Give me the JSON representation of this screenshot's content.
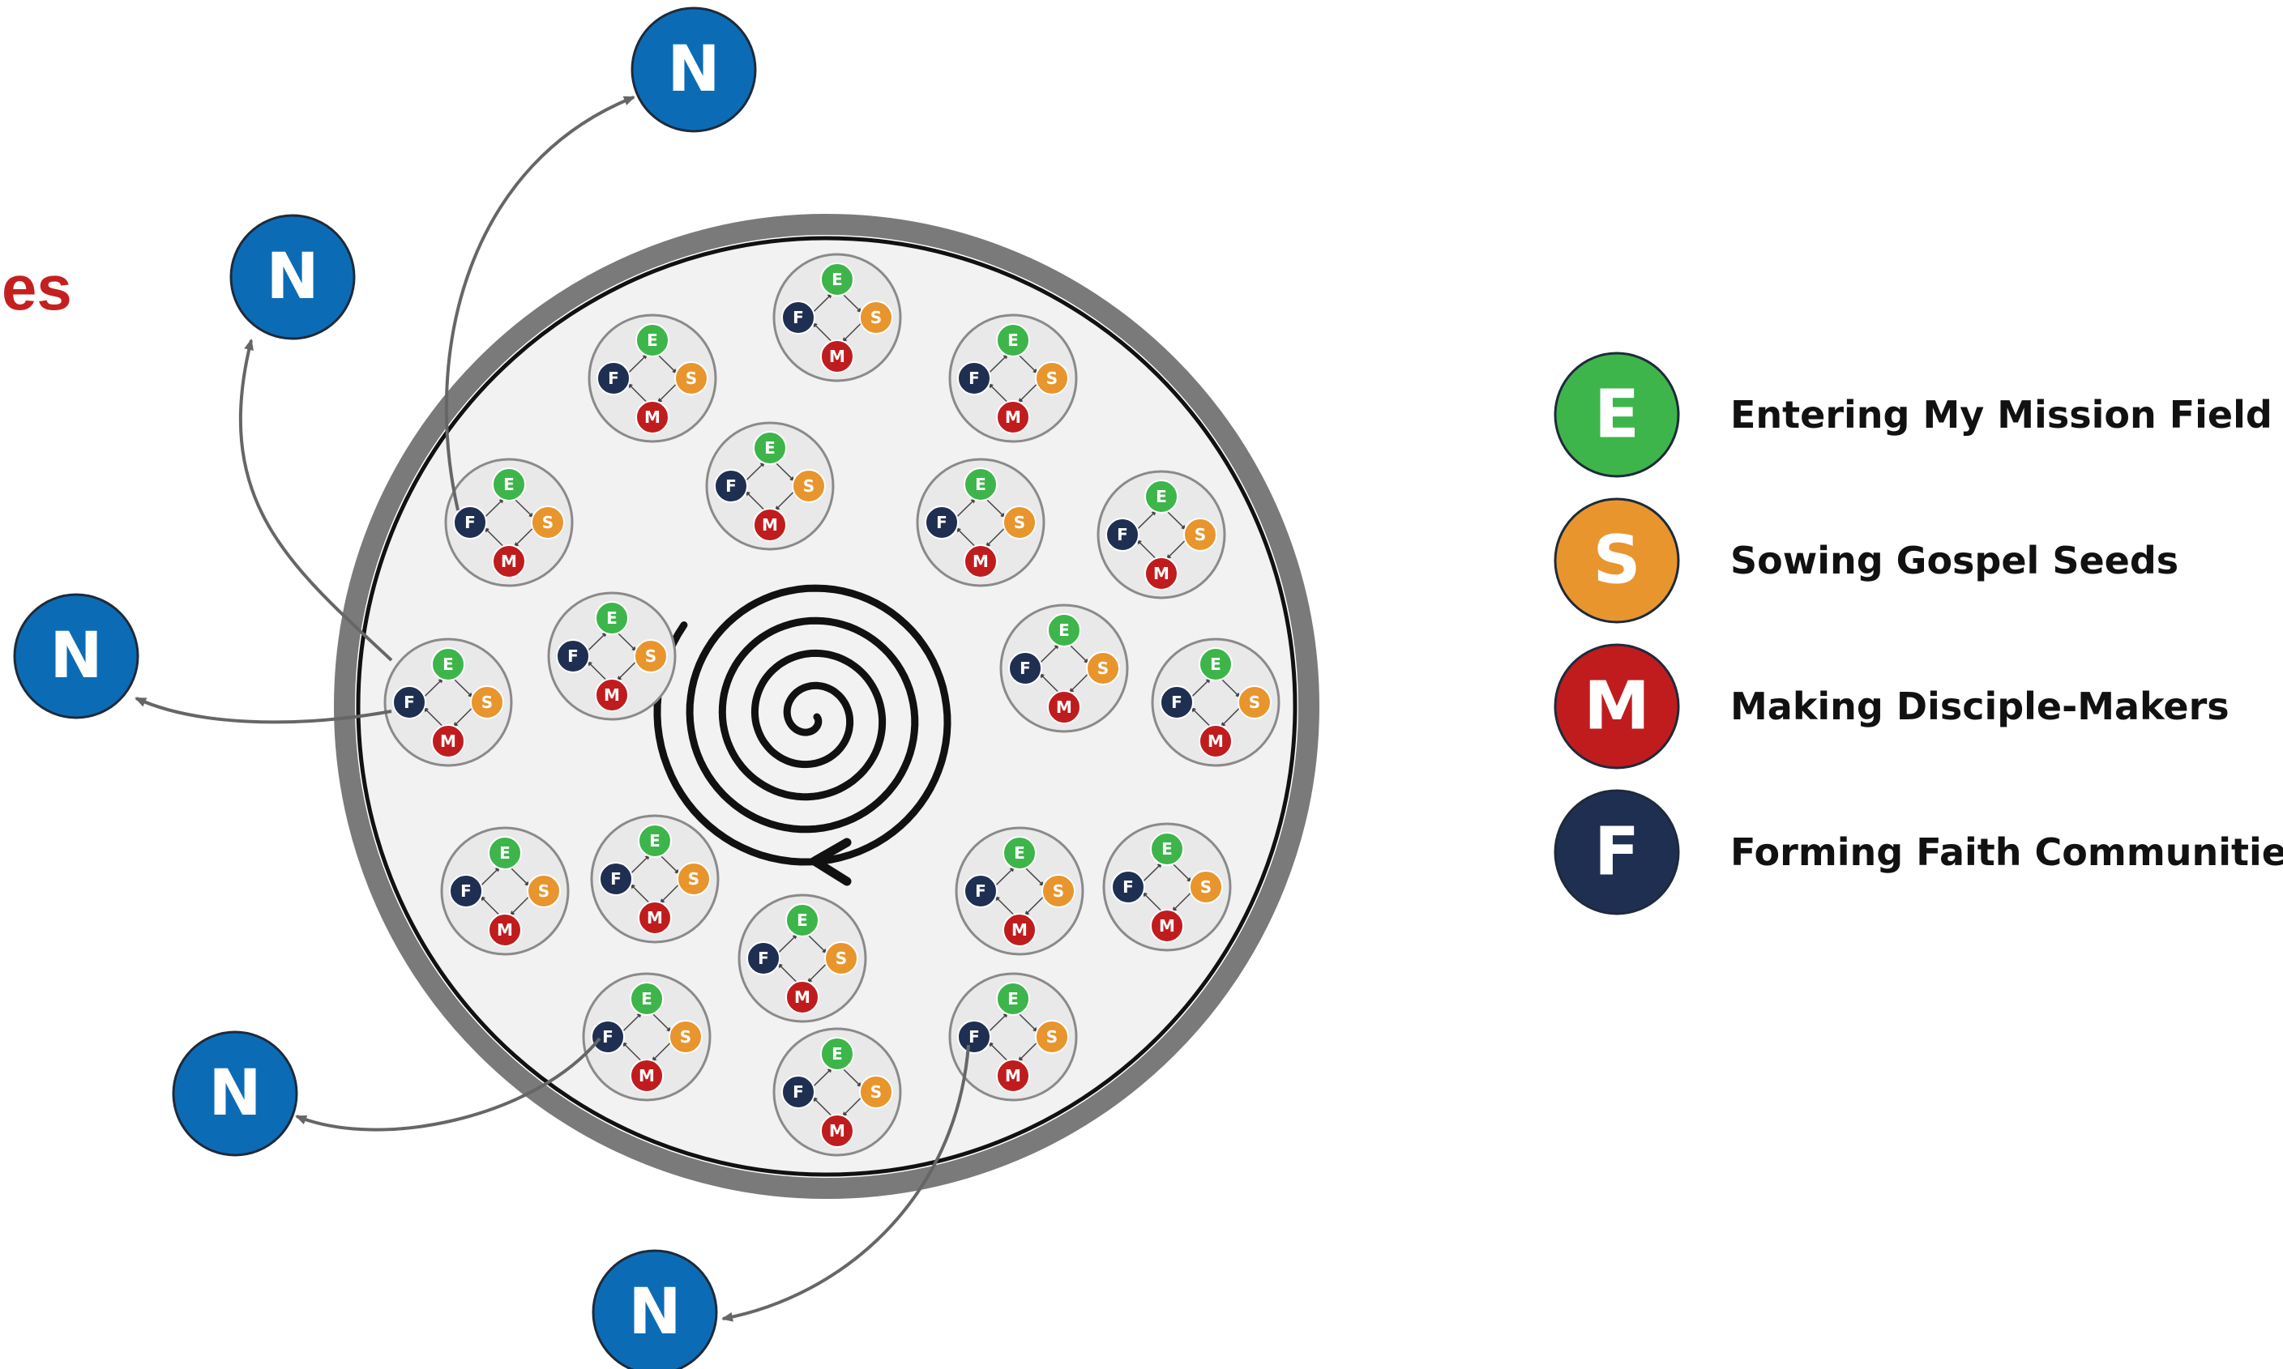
{
  "cropped_title": "es",
  "new_node_letter": "N",
  "legend": [
    {
      "letter": "E",
      "label": "Entering My Mission Field",
      "color": "#3db54a"
    },
    {
      "letter": "S",
      "label": "Sowing Gospel Seeds",
      "color": "#e8952e"
    },
    {
      "letter": "M",
      "label": "Making Disciple-Makers",
      "color": "#c01c1e"
    },
    {
      "letter": "F",
      "label": "Forming Faith Communities",
      "color": "#1f2f52"
    }
  ],
  "colors": {
    "new_node": "#0b6cb5",
    "outer_ring": "#7a7a7a",
    "inner_fill": "#f2f2f2",
    "title_red": "#c4201f"
  }
}
